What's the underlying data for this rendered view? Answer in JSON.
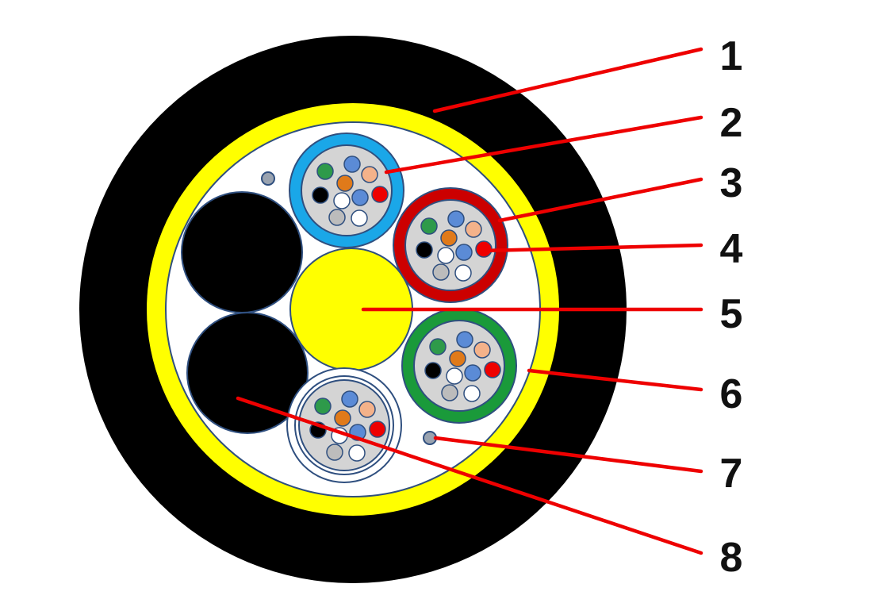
{
  "callouts": [
    {
      "number": "1"
    },
    {
      "number": "2"
    },
    {
      "number": "3"
    },
    {
      "number": "4"
    },
    {
      "number": "5"
    },
    {
      "number": "6"
    },
    {
      "number": "7"
    },
    {
      "number": "8"
    }
  ],
  "colors": {
    "outer_jacket": "#000000",
    "yellow_layer": "#ffff00",
    "core_fill": "#ffffff",
    "central_member": "#ffff00",
    "leader_lines": "#ee0000",
    "outline": "#2f4f7f",
    "tube_blue": "#1aa7e8",
    "tube_red": "#cc0000",
    "tube_green": "#1a9a3a",
    "tube_white": "#ffffff",
    "gel": "#d4d4d4"
  },
  "fiber_colors": [
    "#2e9a4a",
    "#5b8bd6",
    "#f4b28a",
    "#ee0000",
    "#000000",
    "#ffffff",
    "#5b8bd6",
    "#e07a1a",
    "#bcbcbc",
    "#ffffff"
  ],
  "icons": {
    "tubes": [
      "tube-blue-icon",
      "tube-red-icon",
      "tube-green-icon",
      "tube-white-icon"
    ],
    "fibers": "fiber-icon"
  }
}
